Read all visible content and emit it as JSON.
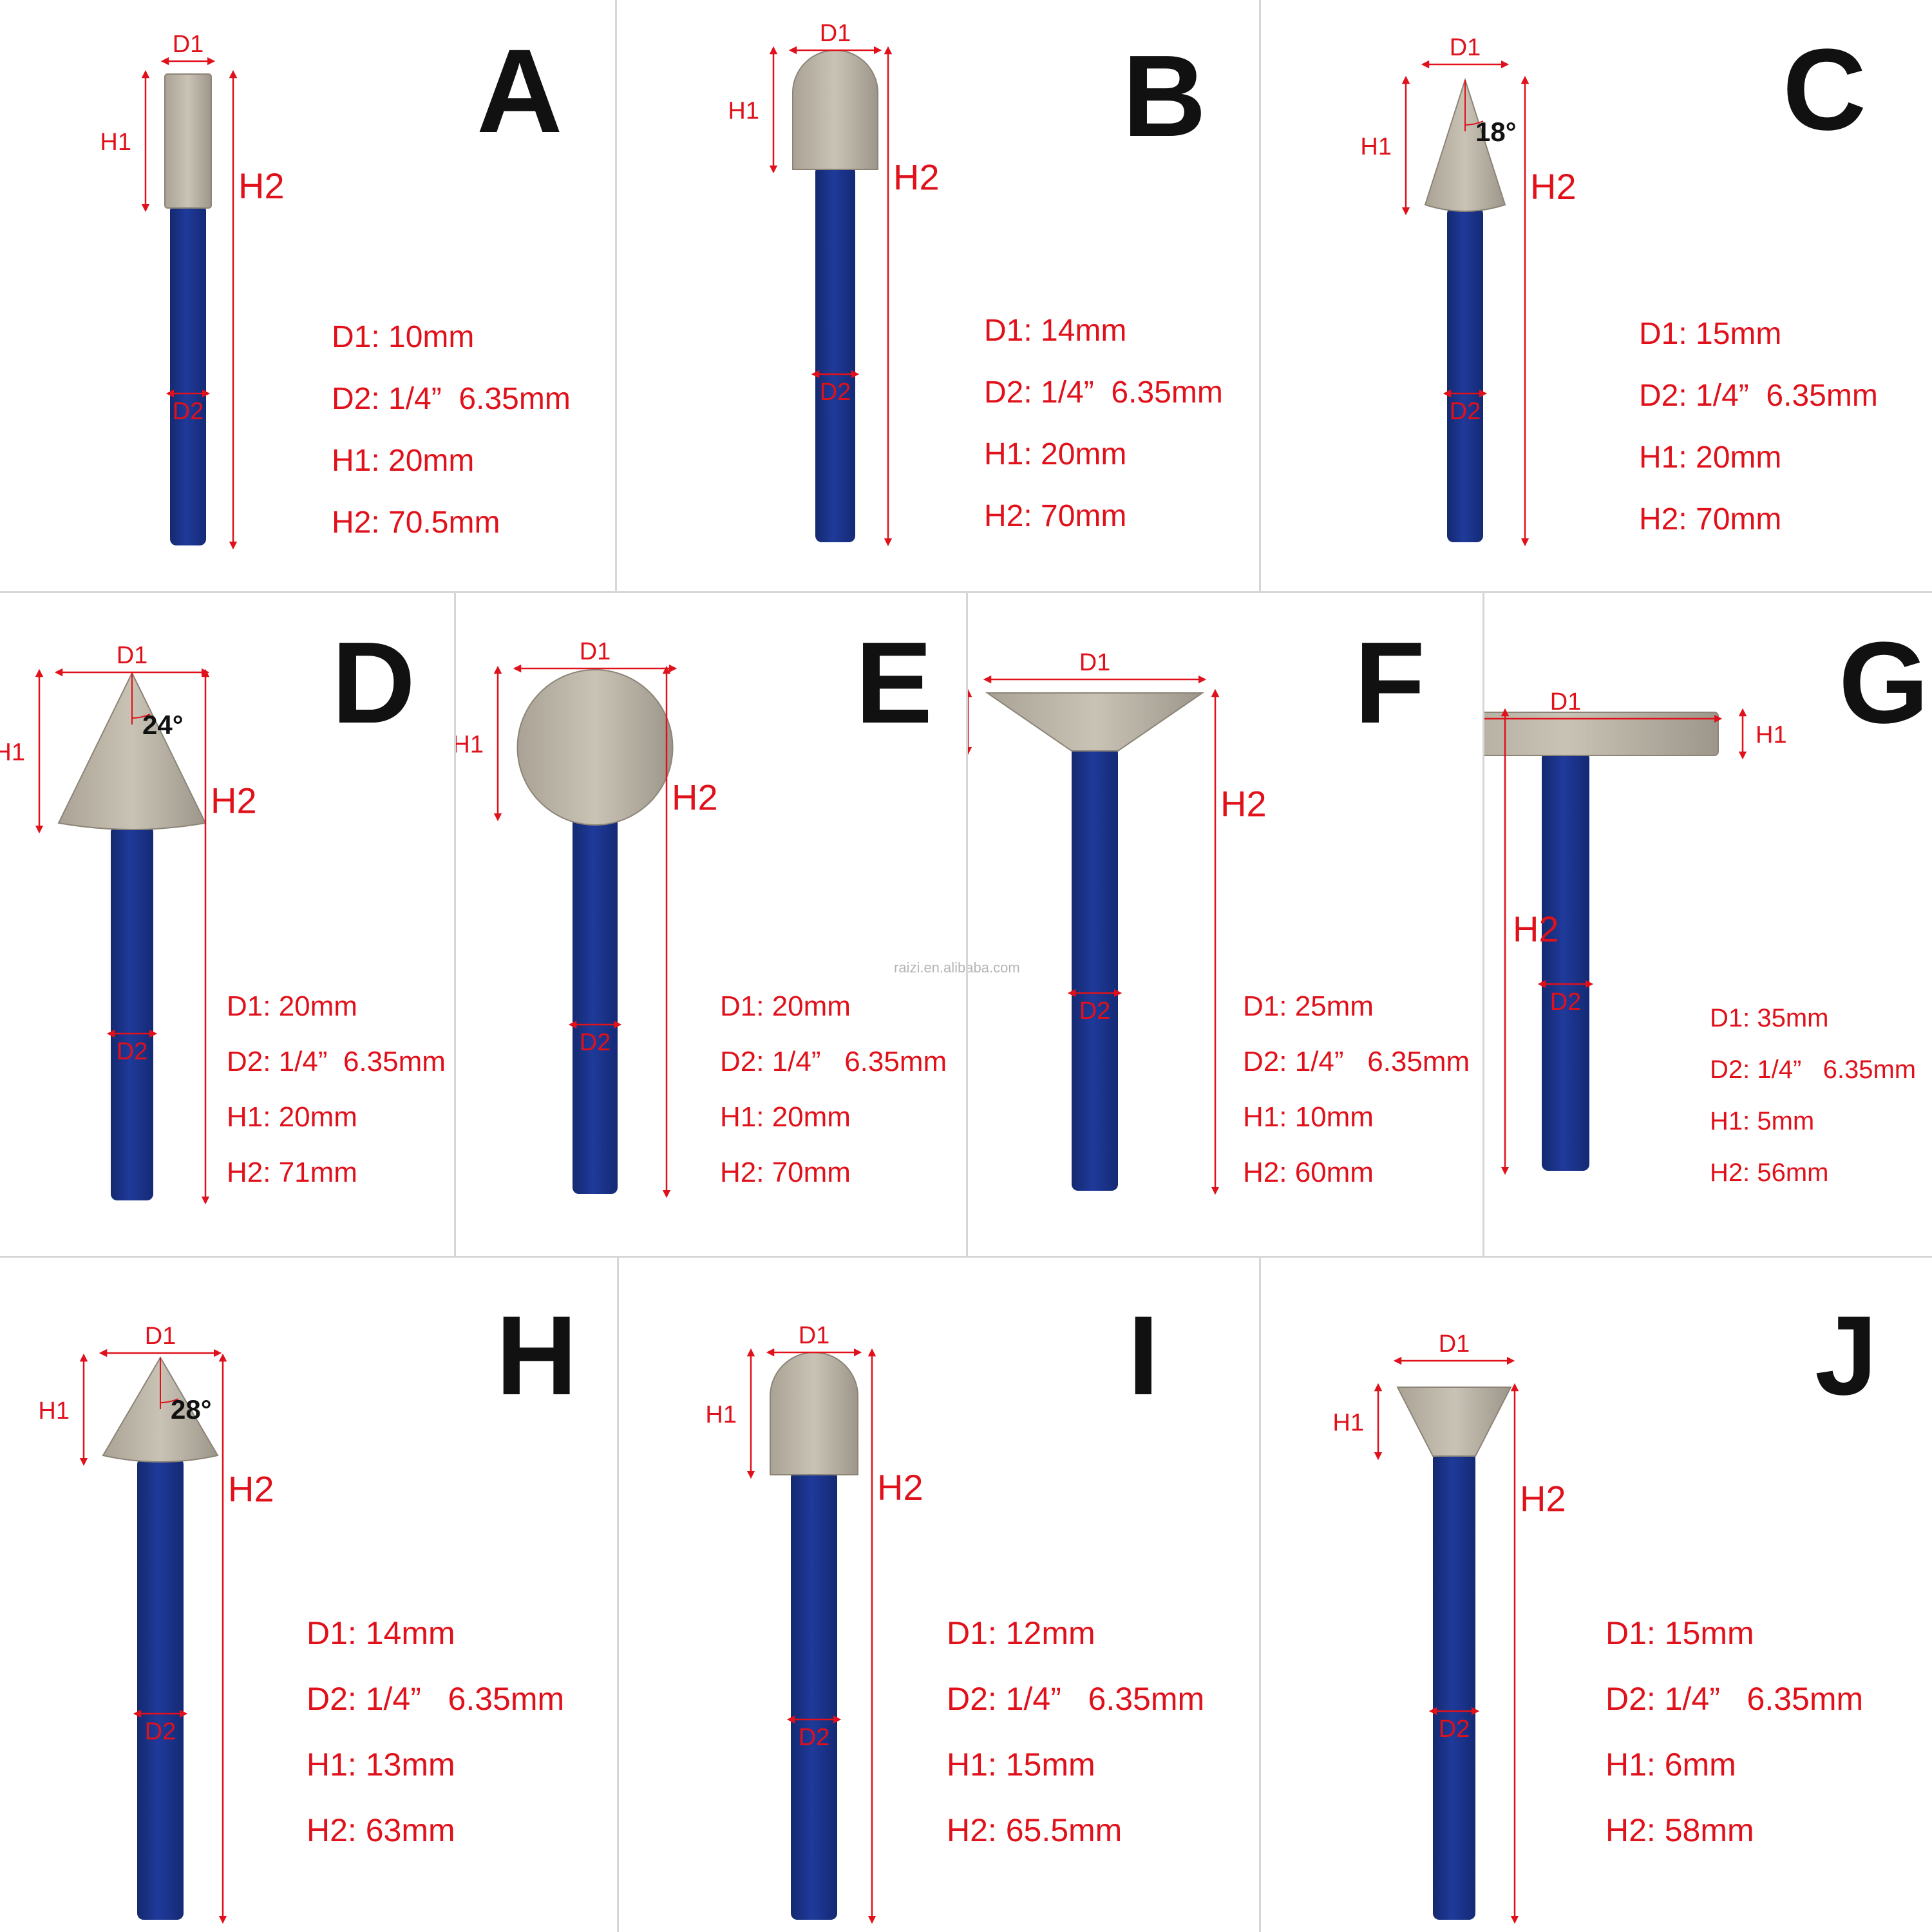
{
  "watermark": "raizi.en.alibaba.com",
  "dimension_labels": {
    "d1": "D1",
    "d2": "D2",
    "h1": "H1",
    "h2": "H2"
  },
  "colors": {
    "dimension": "#e0111a",
    "shank": "#1f3a9a",
    "diamond_head": "#c9c3b6",
    "letter": "#111111",
    "divider": "#d6d6d6"
  },
  "items": [
    {
      "letter": "A",
      "shape": "cylinder",
      "angle": "",
      "specs": {
        "d1": "D1: 10mm",
        "d2": "D2: 1/4”  6.35mm",
        "h1": "H1: 20mm",
        "h2": "H2: 70.5mm"
      }
    },
    {
      "letter": "B",
      "shape": "bullet",
      "angle": "",
      "specs": {
        "d1": "D1: 14mm",
        "d2": "D2: 1/4”  6.35mm",
        "h1": "H1: 20mm",
        "h2": "H2: 70mm"
      }
    },
    {
      "letter": "C",
      "shape": "cone",
      "angle": "18°",
      "specs": {
        "d1": "D1: 15mm",
        "d2": "D2: 1/4”  6.35mm",
        "h1": "H1: 20mm",
        "h2": "H2: 70mm"
      }
    },
    {
      "letter": "D",
      "shape": "cone",
      "angle": "24°",
      "specs": {
        "d1": "D1: 20mm",
        "d2": "D2: 1/4”  6.35mm",
        "h1": "H1: 20mm",
        "h2": "H2: 71mm"
      }
    },
    {
      "letter": "E",
      "shape": "ball",
      "angle": "",
      "specs": {
        "d1": "D1: 20mm",
        "d2": "D2: 1/4”   6.35mm",
        "h1": "H1: 20mm",
        "h2": "H2: 70mm"
      }
    },
    {
      "letter": "F",
      "shape": "inverted-cone",
      "angle": "",
      "specs": {
        "d1": "D1: 25mm",
        "d2": "D2: 1/4”   6.35mm",
        "h1": "H1: 10mm",
        "h2": "H2: 60mm"
      }
    },
    {
      "letter": "G",
      "shape": "disc",
      "angle": "",
      "specs": {
        "d1": "D1: 35mm",
        "d2": "D2: 1/4”   6.35mm",
        "h1": "H1: 5mm",
        "h2": "H2: 56mm"
      }
    },
    {
      "letter": "H",
      "shape": "cone",
      "angle": "28°",
      "specs": {
        "d1": "D1: 14mm",
        "d2": "D2: 1/4”   6.35mm",
        "h1": "H1: 13mm",
        "h2": "H2: 63mm"
      }
    },
    {
      "letter": "I",
      "shape": "bullet",
      "angle": "",
      "specs": {
        "d1": "D1: 12mm",
        "d2": "D2: 1/4”   6.35mm",
        "h1": "H1: 15mm",
        "h2": "H2: 65.5mm"
      }
    },
    {
      "letter": "J",
      "shape": "inverted-cone",
      "angle": "",
      "specs": {
        "d1": "D1: 15mm",
        "d2": "D2: 1/4”   6.35mm",
        "h1": "H1: 6mm",
        "h2": "H2: 58mm"
      }
    }
  ]
}
